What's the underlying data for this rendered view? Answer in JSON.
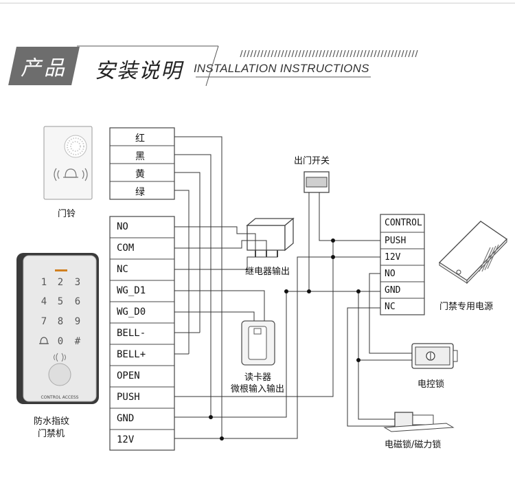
{
  "header": {
    "badge": "产品",
    "title_cn": "安装说明",
    "title_en": "INSTALLATION INSTRUCTIONS"
  },
  "devices": {
    "doorbell_label": "门铃",
    "reader_label_line1": "防水指纹",
    "reader_label_line2": "门禁机",
    "reader_brand": "CONTROL  ACCESS",
    "relay_label": "继电器输出",
    "card_reader_line1": "读卡器",
    "card_reader_line2": "微根输入输出",
    "exit_button_label": "出门开关",
    "power_label": "门禁专用电源",
    "electric_lock_label": "电控锁",
    "maglock_label": "电磁锁/磁力锁"
  },
  "keypad": [
    "1",
    "2",
    "3",
    "4",
    "5",
    "6",
    "7",
    "8",
    "9",
    "bell",
    "0",
    "#"
  ],
  "doorbell_terminals": [
    "红",
    "黑",
    "黄",
    "绿"
  ],
  "main_terminals": [
    "NO",
    "COM",
    "NC",
    "WG_D1",
    "WG_D0",
    "BELL-",
    "BELL+",
    "OPEN",
    "PUSH",
    "GND",
    "12V"
  ],
  "power_terminals": [
    "CONTROL",
    "PUSH",
    "12V",
    "NO",
    "GND",
    "NC"
  ]
}
